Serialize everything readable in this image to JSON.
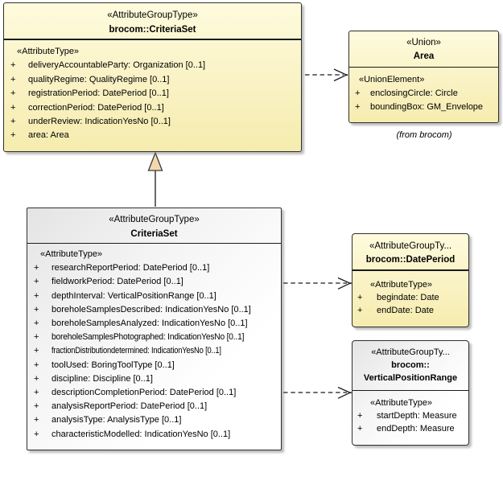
{
  "diagram": {
    "boxes": {
      "parent": {
        "stereotype": "«AttributeGroupType»",
        "name": "brocom::CriteriaSet",
        "body_stereotype": "«AttributeType»",
        "attrs": [
          {
            "vis": "+",
            "text": "deliveryAccountableParty: Organization [0..1]"
          },
          {
            "vis": "+",
            "text": "qualityRegime: QualityRegime [0..1]"
          },
          {
            "vis": "+",
            "text": "registrationPeriod: DatePeriod [0..1]"
          },
          {
            "vis": "+",
            "text": "correctionPeriod: DatePeriod [0..1]"
          },
          {
            "vis": "+",
            "text": "underReview: IndicationYesNo [0..1]"
          },
          {
            "vis": "+",
            "text": "area: Area"
          }
        ]
      },
      "child": {
        "stereotype": "«AttributeGroupType»",
        "name": "CriteriaSet",
        "body_stereotype": "«AttributeType»",
        "attrs": [
          {
            "vis": "+",
            "text": "researchReportPeriod: DatePeriod [0..1]"
          },
          {
            "vis": "+",
            "text": "fieldworkPeriod: DatePeriod [0..1]"
          },
          {
            "vis": "+",
            "text": "depthInterval: VerticalPositionRange [0..1]"
          },
          {
            "vis": "+",
            "text": "boreholeSamplesDescribed: IndicationYesNo [0..1]"
          },
          {
            "vis": "+",
            "text": "boreholeSamplesAnalyzed: IndicationYesNo [0..1]"
          },
          {
            "vis": "+",
            "text": "boreholeSamplesPhotographed: IndicationYesNo [0..1]"
          },
          {
            "vis": "+",
            "text": "fractionDistributiondetermined: IndicationYesNo [0..1]"
          },
          {
            "vis": "+",
            "text": "toolUsed: BoringToolType [0..1]"
          },
          {
            "vis": "+",
            "text": "discipline: Discipline [0..1]"
          },
          {
            "vis": "+",
            "text": "descriptionCompletionPeriod: DatePeriod [0..1]"
          },
          {
            "vis": "+",
            "text": "analysisReportPeriod: DatePeriod [0..1]"
          },
          {
            "vis": "+",
            "text": "analysisType: AnalysisType [0..1]"
          },
          {
            "vis": "+",
            "text": "characteristicModelled: IndicationYesNo [0..1]"
          }
        ]
      },
      "area": {
        "stereotype": "«Union»",
        "name": "Area",
        "body_stereotype": "«UnionElement»",
        "attrs": [
          {
            "vis": "+",
            "text": "enclosingCircle: Circle"
          },
          {
            "vis": "+",
            "text": "boundingBox: GM_Envelope"
          }
        ],
        "caption": "(from brocom)"
      },
      "dateperiod": {
        "stereotype": "«AttributeGroupTy...",
        "name": "brocom::DatePeriod",
        "body_stereotype": "«AttributeType»",
        "attrs": [
          {
            "vis": "+",
            "text": "begindate: Date"
          },
          {
            "vis": "+",
            "text": "endDate: Date"
          }
        ]
      },
      "vrange": {
        "stereotype": "«AttributeGroupTy...",
        "name_line1": "brocom::",
        "name_line2": "VerticalPositionRange",
        "body_stereotype": "«AttributeType»",
        "attrs": [
          {
            "vis": "+",
            "text": "startDepth: Measure"
          },
          {
            "vis": "+",
            "text": "endDepth: Measure"
          }
        ]
      }
    },
    "colors": {
      "classifier_fill_yellow": "#f9f1c0",
      "classifier_fill_white": "#f2f2f2",
      "border": "#2f2f2f",
      "generalization_triangle_fill": "#f1d9ad",
      "shadow": "#a9a9a9"
    }
  }
}
